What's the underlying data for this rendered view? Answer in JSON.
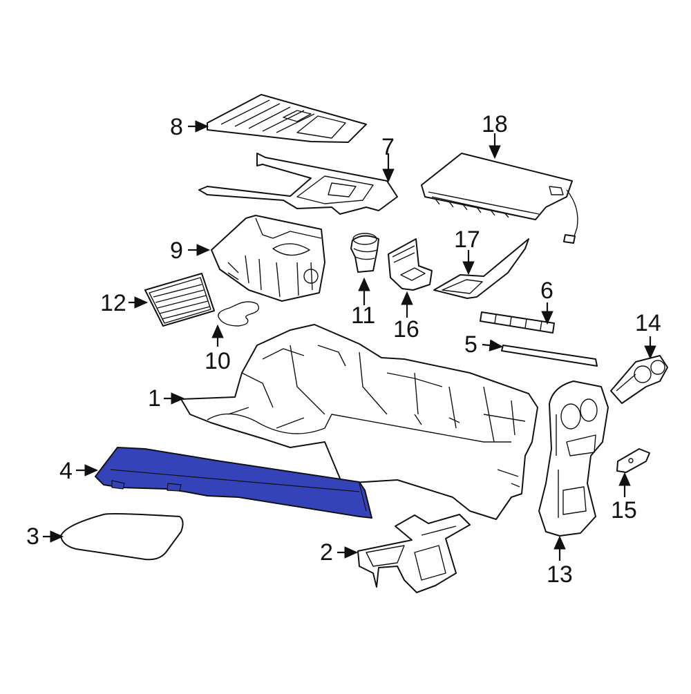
{
  "diagram": {
    "highlight_color": "#3543b8",
    "highlighted_part": "4",
    "callouts": [
      "1",
      "2",
      "3",
      "4",
      "5",
      "6",
      "7",
      "8",
      "9",
      "10",
      "11",
      "12",
      "13",
      "14",
      "15",
      "16",
      "17",
      "18"
    ]
  }
}
